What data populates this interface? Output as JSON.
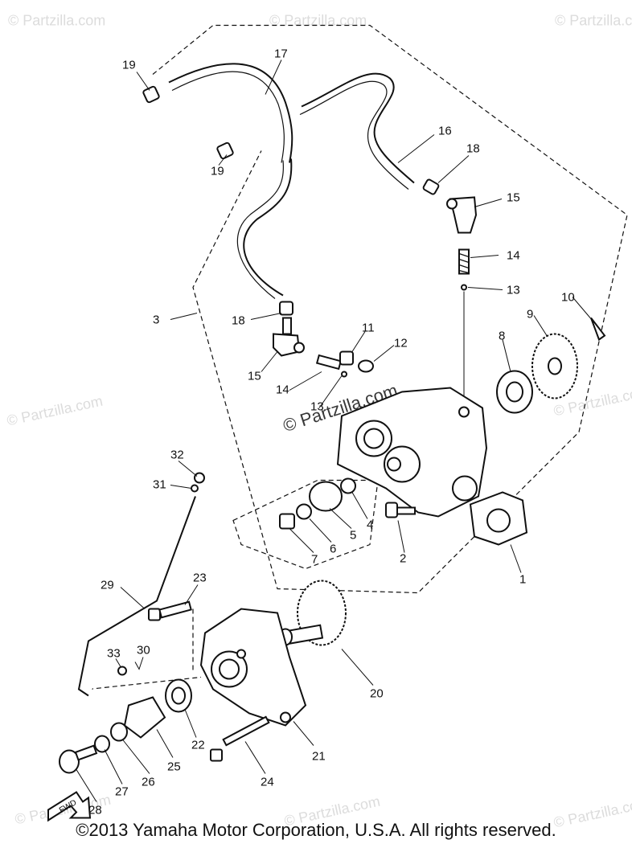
{
  "diagram": {
    "watermark": "© Partzilla.com",
    "watermark_center": "© Partzilla.com",
    "copyright": "©2013 Yamaha Motor Corporation, U.S.A. All rights reserved.",
    "fwd_label": "FWD",
    "callouts": {
      "c1": "1",
      "c2": "2",
      "c3": "3",
      "c4": "4",
      "c5": "5",
      "c6": "6",
      "c7": "7",
      "c8": "8",
      "c9": "9",
      "c10": "10",
      "c11": "11",
      "c12": "12",
      "c13a": "13",
      "c13b": "13",
      "c14a": "14",
      "c14b": "14",
      "c15a": "15",
      "c15b": "15",
      "c16": "16",
      "c17": "17",
      "c18a": "18",
      "c18b": "18",
      "c19a": "19",
      "c19b": "19",
      "c20": "20",
      "c21": "21",
      "c22": "22",
      "c23": "23",
      "c24": "24",
      "c25": "25",
      "c26": "26",
      "c27": "27",
      "c28": "28",
      "c29": "29",
      "c30": "30",
      "c31": "31",
      "c32": "32",
      "c33": "33"
    }
  }
}
